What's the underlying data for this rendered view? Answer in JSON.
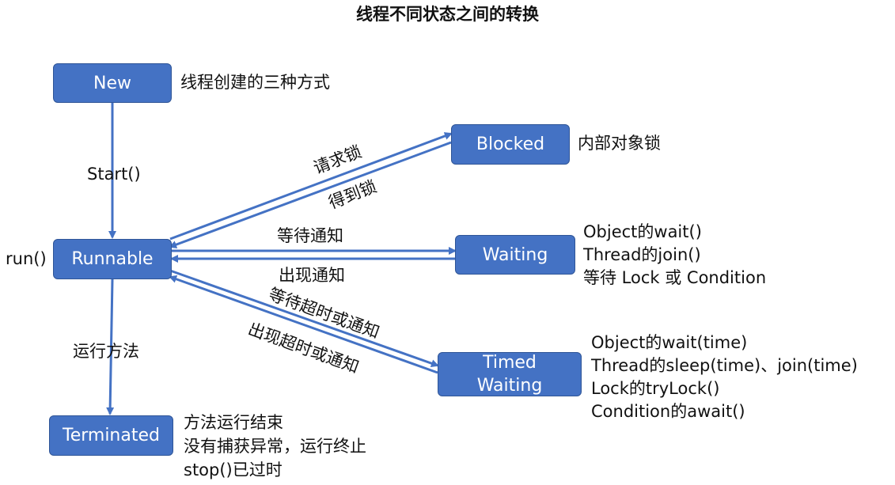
{
  "title": "线程不同状态之间的转换",
  "states": {
    "new": "New",
    "runnable": "Runnable",
    "blocked": "Blocked",
    "waiting": "Waiting",
    "timed_waiting": "Timed\nWaiting",
    "terminated": "Terminated"
  },
  "notes": {
    "new": "线程创建的三种方式",
    "runnable": "run()",
    "blocked": "内部对象锁",
    "waiting": [
      "Object的wait()",
      "Thread的join()",
      "等待 Lock 或 Condition"
    ],
    "timed_waiting": [
      "Object的wait(time)",
      "Thread的sleep(time)、join(time)",
      "Lock的tryLock()",
      "Condition的await()"
    ],
    "terminated": [
      "方法运行结束",
      "没有捕获异常，运行终止",
      "stop()已过时"
    ]
  },
  "transitions": {
    "new_to_runnable": "Start()",
    "request_lock": "请求锁",
    "get_lock": "得到锁",
    "wait_notify": "等待通知",
    "notify_appears": "出现通知",
    "wait_timeout_or_notify": "等待超时或通知",
    "timeout_or_notify_appears": "出现超时或通知",
    "run_method": "运行方法"
  },
  "colors": {
    "node_fill": "#4472c4",
    "node_border": "#2f5597",
    "arrow": "#4472c4"
  }
}
